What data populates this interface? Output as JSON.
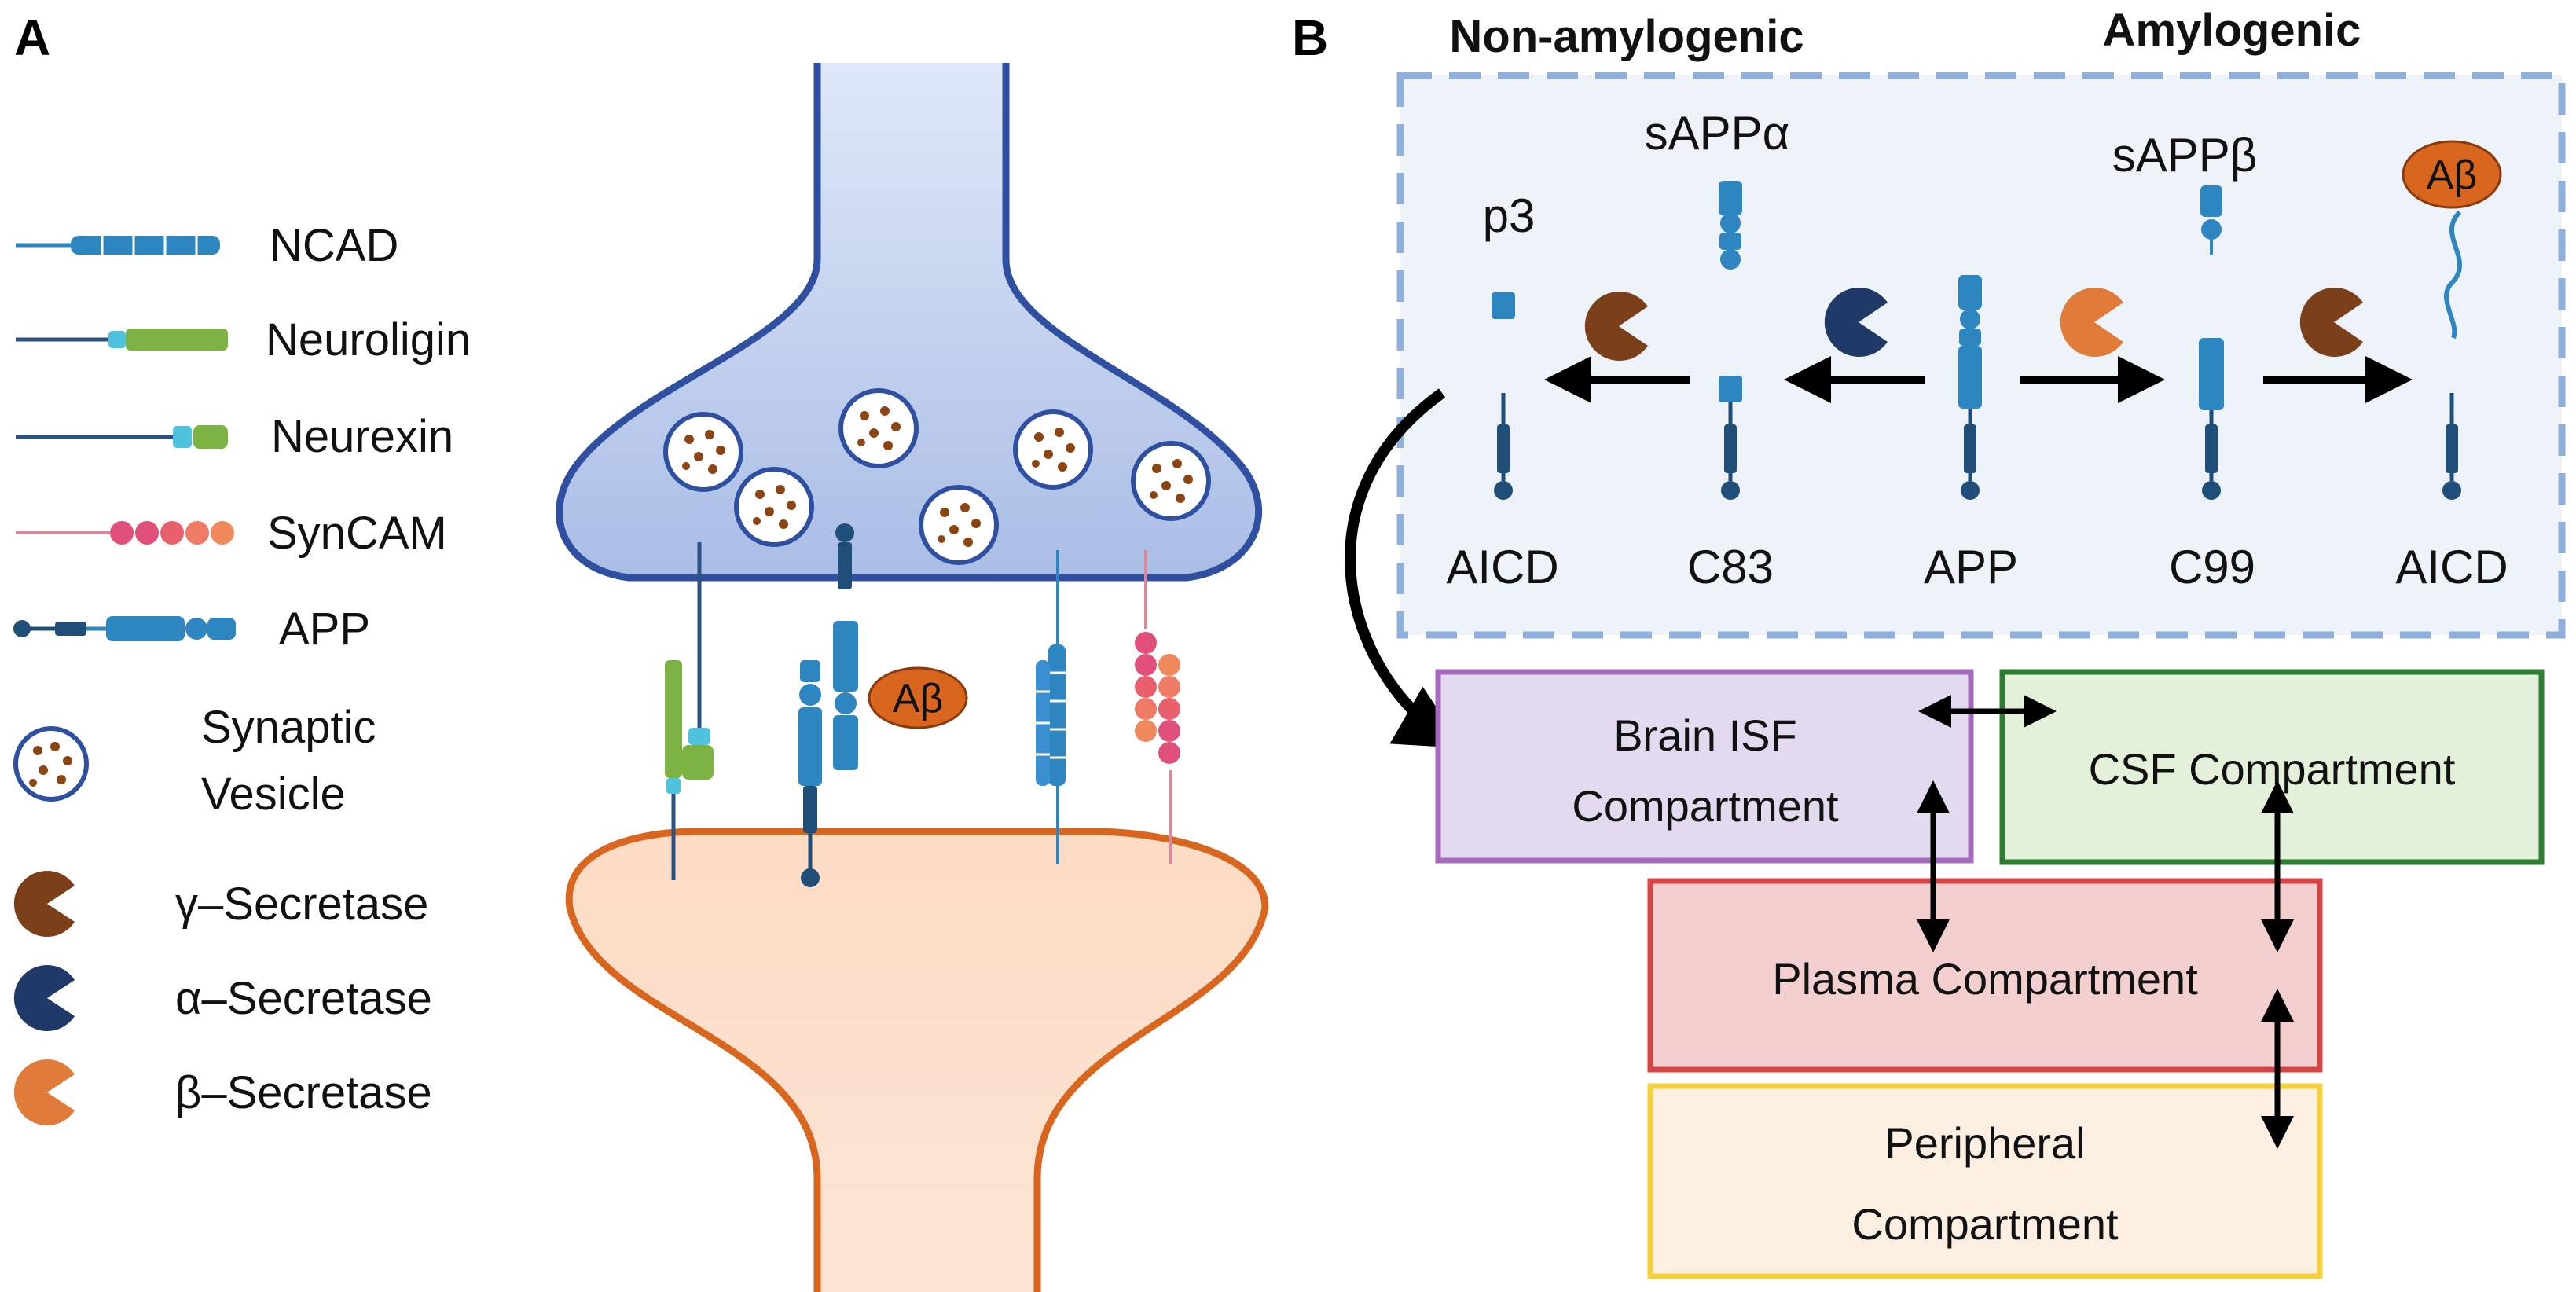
{
  "panels": {
    "a": "A",
    "b": "B"
  },
  "legend": {
    "items": [
      {
        "label": "NCAD"
      },
      {
        "label": "Neuroligin"
      },
      {
        "label": "Neurexin"
      },
      {
        "label": "SynCAM"
      },
      {
        "label": "APP"
      },
      {
        "label_line1": "Synaptic",
        "label_line2": "Vesicle"
      },
      {
        "label": "γ–Secretase"
      },
      {
        "label": "α–Secretase"
      },
      {
        "label": "β–Secretase"
      }
    ]
  },
  "synapse": {
    "abeta_label": "Aβ"
  },
  "pathways": {
    "non_amylogenic_title": "Non-amylogenic",
    "amylogenic_title": "Amylogenic",
    "fragments_top": {
      "p3": "p3",
      "sappa": "sAPPα",
      "sappb": "sAPPβ",
      "abeta": "Aβ"
    },
    "fragments_bottom": [
      "AICD",
      "C83",
      "APP",
      "C99",
      "AICD"
    ]
  },
  "compartments": {
    "brain_isf": {
      "line1": "Brain ISF",
      "line2": "Compartment"
    },
    "csf": {
      "label": "CSF Compartment"
    },
    "plasma": {
      "label": "Plasma Compartment"
    },
    "peripheral": {
      "line1": "Peripheral",
      "line2": "Compartment"
    }
  },
  "colors": {
    "ncad": "#2e86c1",
    "neuroligin": "#7cb342",
    "neurexin_tip": "#4fc3dd",
    "syncam": "#e0507a",
    "syncam_orange": "#f08a5d",
    "app_dark": "#1f4e79",
    "vesicle_dot": "#8b4513",
    "gamma_secretase": "#7b3f1a",
    "alpha_secretase": "#1f3a68",
    "beta_secretase": "#e07b39",
    "presynaptic_fill": "#b8c9ec",
    "presynaptic_stroke": "#2f4fa0",
    "postsynaptic_fill": "#fbd8c0",
    "postsynaptic_stroke": "#d9661f",
    "brain_isf_fill": "#e4daef",
    "brain_isf_stroke": "#a569bd",
    "csf_fill": "#e3f1da",
    "csf_stroke": "#2e7d32",
    "plasma_fill": "#f3cfcf",
    "plasma_stroke": "#d64545",
    "peripheral_fill": "#fdf0e2",
    "peripheral_stroke": "#f4d03f",
    "dashed_box_fill": "#eef3f9",
    "dashed_box_stroke": "#8fb0dd"
  }
}
